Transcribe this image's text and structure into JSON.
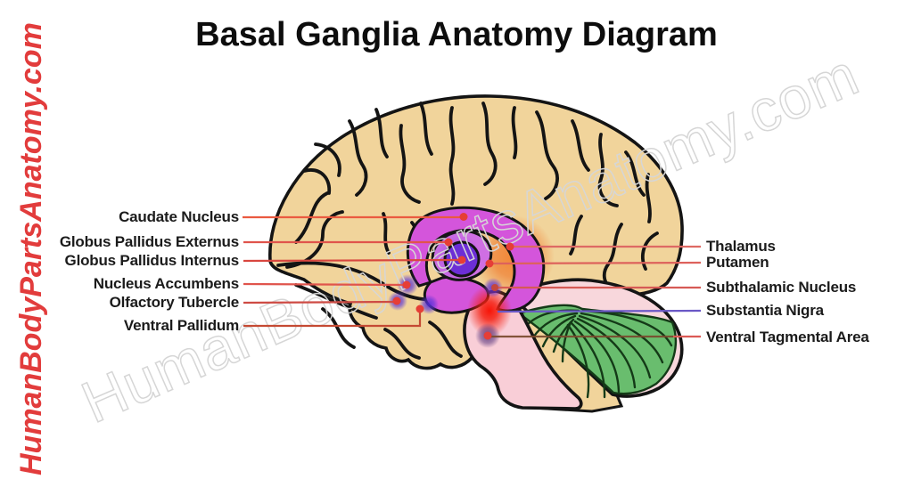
{
  "title": "Basal Ganglia Anatomy Diagram",
  "watermarks": {
    "vertical_left": "HumanBodyPartsAnatomy.com",
    "diagonal": "HumanBodyPartsAnatomy.com"
  },
  "labels": {
    "left": [
      {
        "text": "Caudate Nucleus"
      },
      {
        "text": "Globus Pallidus Externus"
      },
      {
        "text": "Globus Pallidus Internus"
      },
      {
        "text": "Nucleus Accumbens"
      },
      {
        "text": "Olfactory Tubercle"
      },
      {
        "text": "Ventral Pallidum"
      }
    ],
    "right": [
      {
        "text": "Thalamus"
      },
      {
        "text": "Putamen"
      },
      {
        "text": "Subthalamic Nucleus"
      },
      {
        "text": "Substantia Nigra"
      },
      {
        "text": "Ventral Tagmental Area"
      }
    ]
  },
  "colors": {
    "background": "#ffffff",
    "title_text": "#0d0d0d",
    "label_text": "#1b1b1b",
    "watermark_red": "#e23c3c",
    "watermark_outline": "#d6d6d6",
    "cortex_tan": "#f1d49b",
    "outline_black": "#141414",
    "caudate_putamen_magenta": "#d455db",
    "putamen_ring": "#cf6fe3",
    "globus_pallidus_violet": "#6c2ed6",
    "thalamus_glow_orange": "#f28432",
    "substantia_nigra_glow_red": "#f42012",
    "nucleus_glow_purple": "#4f2bd6",
    "brainstem_pink": "#f9ced7",
    "cerebellum_pink": "#f8d7dc",
    "cerebellum_green": "#69bd6e",
    "leader_line_red": "#e0544c",
    "substantia_nigra_line_blue": "#6a58c6"
  }
}
